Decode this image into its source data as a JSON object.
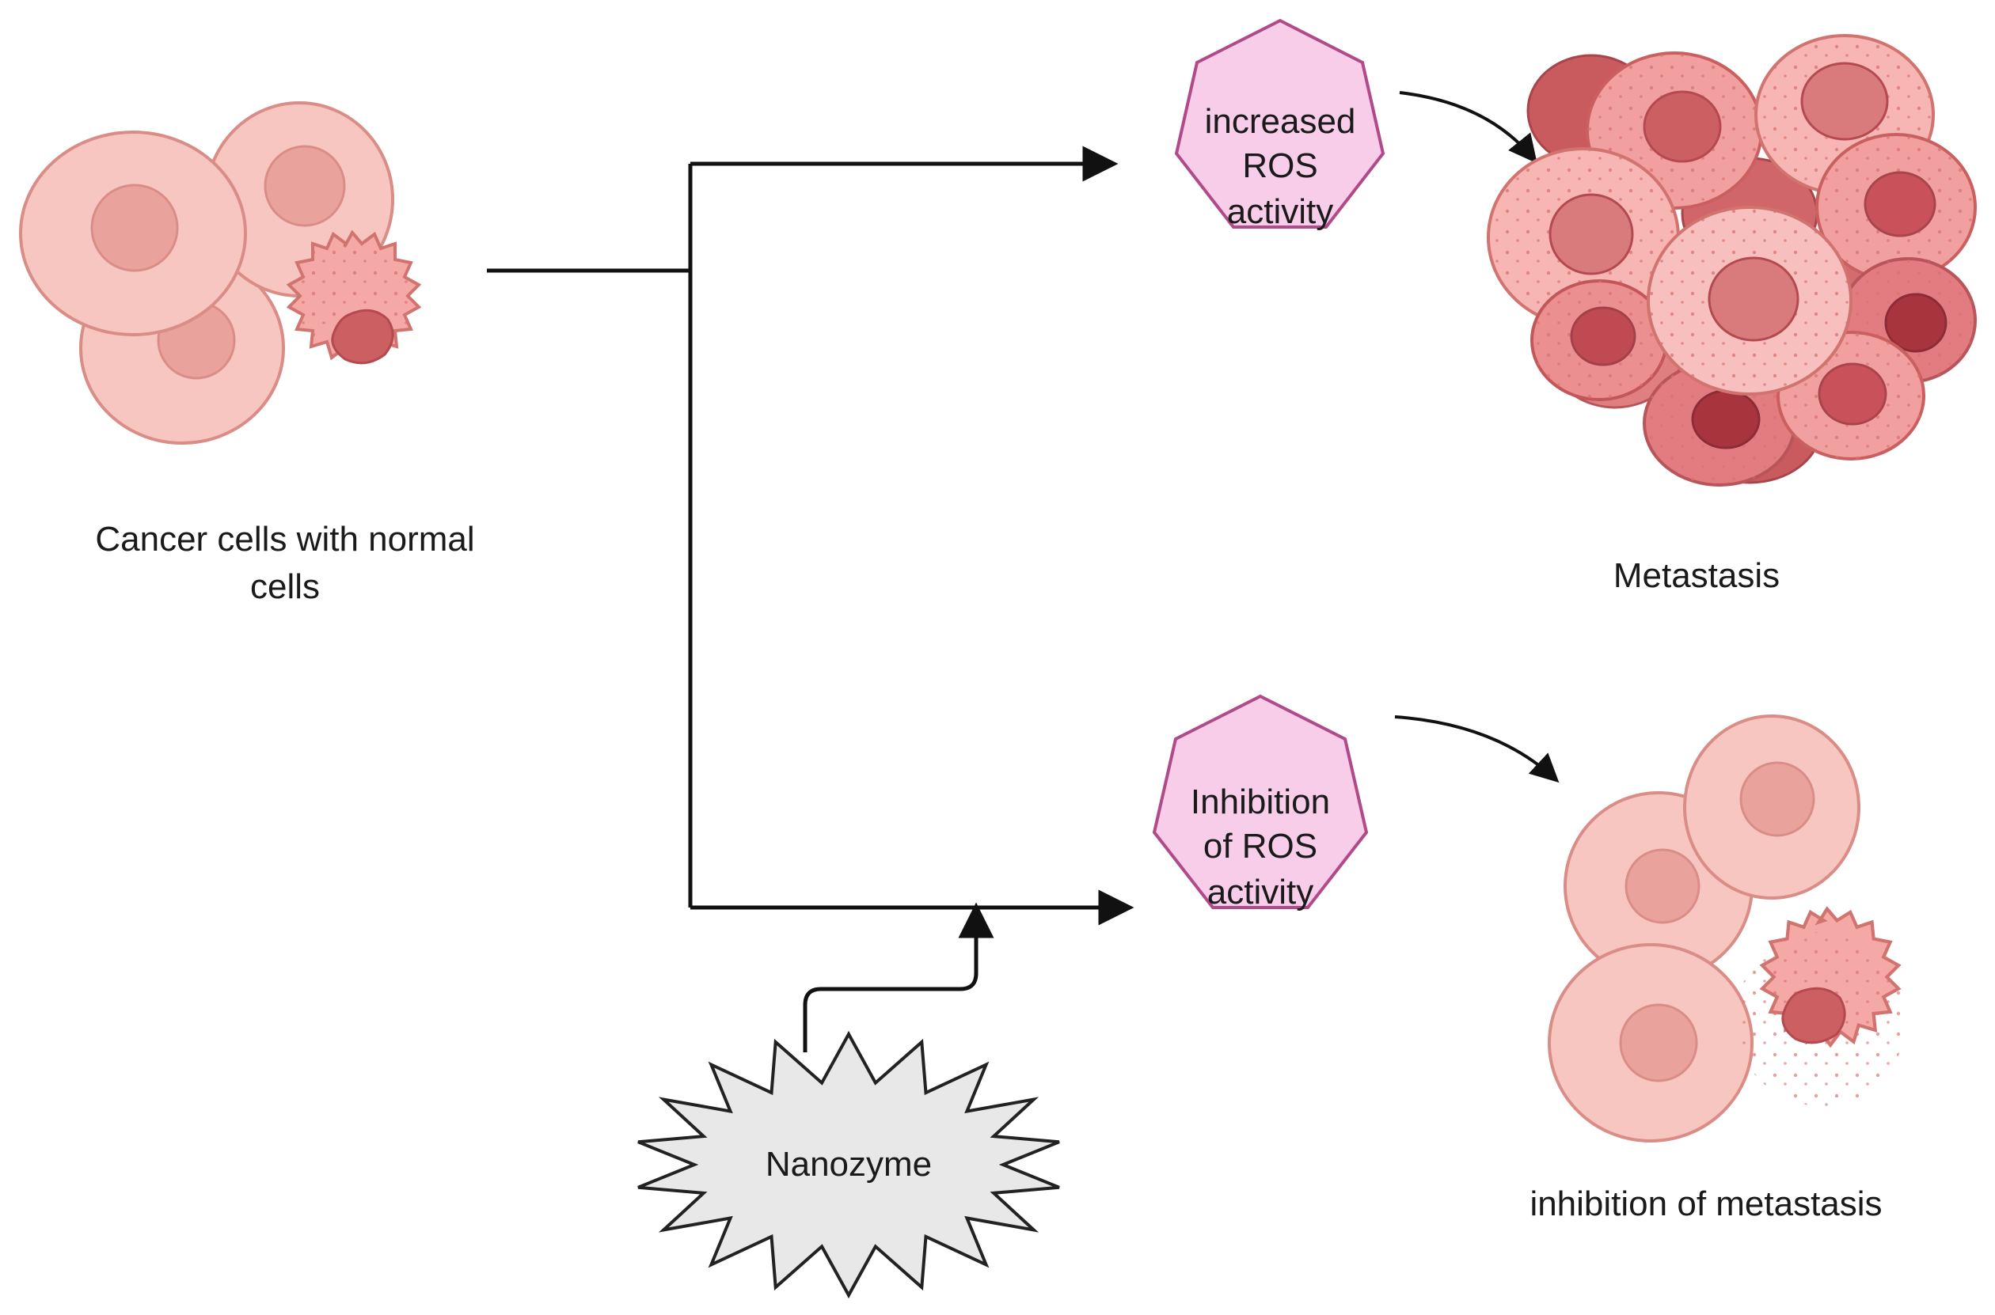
{
  "labels": {
    "cancer_cells_line1": "Cancer cells with normal",
    "cancer_cells_line2": "cells",
    "metastasis": "Metastasis",
    "inhibition_of_metastasis": "inhibition of metastasis"
  },
  "boxes": {
    "increased_ros": {
      "line1": "increased",
      "line2": "ROS",
      "line3": "activity"
    },
    "inhibition_ros": {
      "line1": "Inhibition",
      "line2": "of ROS",
      "line3": "activity"
    },
    "nanozyme": "Nanozyme"
  },
  "colors": {
    "heptagon_fill": "#f8cde9",
    "heptagon_stroke": "#b04a88",
    "normal_cell": "#f7c6c0",
    "normal_cell_stroke": "#d98d86",
    "nucleus": "#e59a96",
    "cancer_cell": "#f4a9a6",
    "cancer_nucleus": "#cc5f62",
    "dark_cancer": "#b8454d",
    "nanozyme_fill": "#e8e8e8",
    "line": "#111111"
  }
}
